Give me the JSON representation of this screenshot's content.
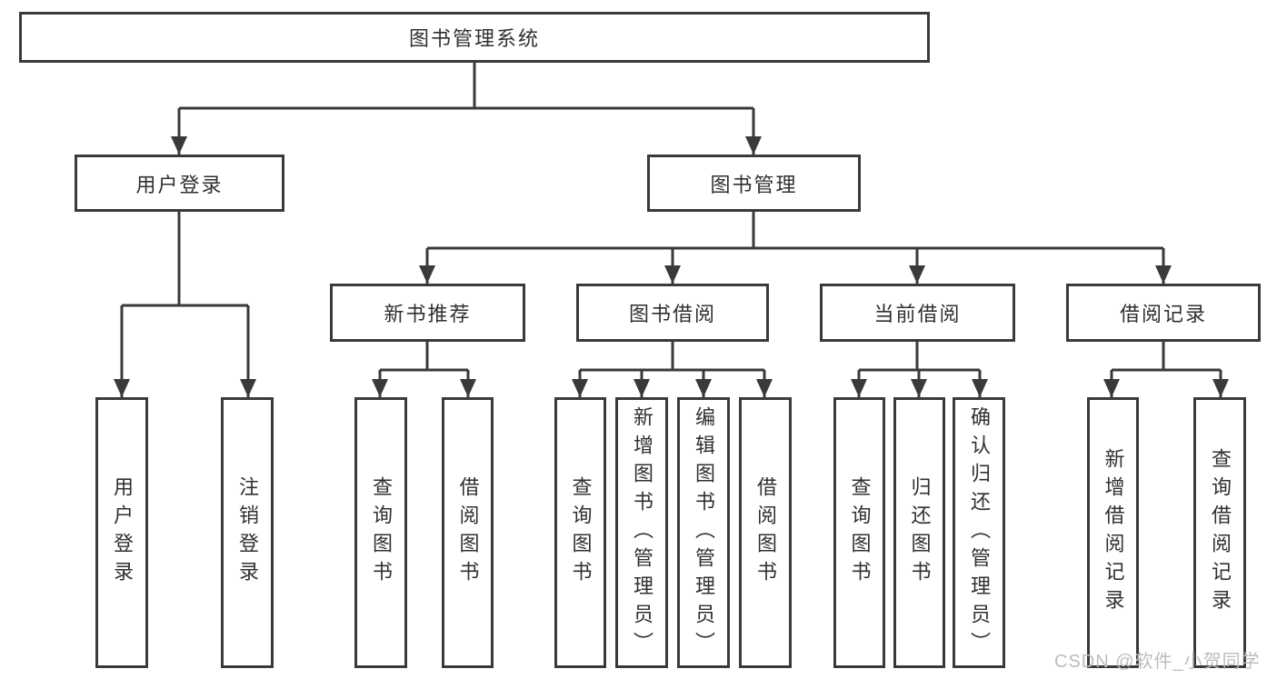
{
  "page": {
    "background": "#ffffff"
  },
  "colors": {
    "line": "#3a3a3a",
    "box_border": "#3a3a3a",
    "box_fill": "#ffffff",
    "text": "#303030",
    "watermark": "#bdbdbd"
  },
  "watermark": {
    "text": "CSDN @软件_小贺同学"
  },
  "diagram": {
    "type": "tree",
    "root": {
      "label": "图书管理系统",
      "children": [
        {
          "label": "用户登录",
          "children": [
            {
              "label": "用户登录"
            },
            {
              "label": "注销登录"
            }
          ]
        },
        {
          "label": "图书管理",
          "children": [
            {
              "label": "新书推荐",
              "children": [
                {
                  "label": "查询图书"
                },
                {
                  "label": "借阅图书"
                }
              ]
            },
            {
              "label": "图书借阅",
              "children": [
                {
                  "label": "查询图书"
                },
                {
                  "label": "新增图书（管理员）"
                },
                {
                  "label": "编辑图书（管理员）"
                },
                {
                  "label": "借阅图书"
                }
              ]
            },
            {
              "label": "当前借阅",
              "children": [
                {
                  "label": "查询图书"
                },
                {
                  "label": "归还图书"
                },
                {
                  "label": "确认归还（管理员）"
                }
              ]
            },
            {
              "label": "借阅记录",
              "children": [
                {
                  "label": "新增借阅记录"
                },
                {
                  "label": "查询借阅记录"
                }
              ]
            }
          ]
        }
      ]
    }
  }
}
